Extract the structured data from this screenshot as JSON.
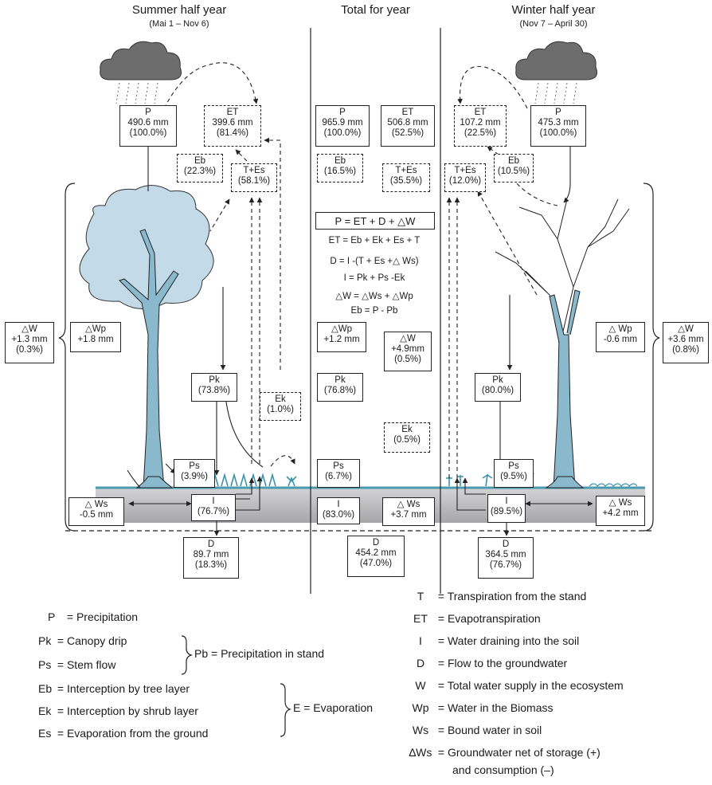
{
  "headers": {
    "summer": {
      "title": "Summer half year",
      "dates": "(Mai 1 – Nov 6)"
    },
    "total": {
      "title": "Total for year",
      "dates": ""
    },
    "winter": {
      "title": "Winter half year",
      "dates": "(Nov 7 – April 30)"
    }
  },
  "summer": {
    "p": [
      "P",
      "490.6 mm",
      "(100.0%)"
    ],
    "et": [
      "ET",
      "399.6 mm",
      "(81.4%)"
    ],
    "eb": [
      "Eb",
      "(22.3%)"
    ],
    "tes": [
      "T+Es",
      "(58.1%)"
    ],
    "dw": [
      "△W",
      "+1.3 mm",
      "(0.3%)"
    ],
    "dwp": [
      "△Wp",
      "+1.8 mm"
    ],
    "pk": [
      "Pk",
      "(73.8%)"
    ],
    "ek": [
      "Ek",
      "(1.0%)"
    ],
    "ps": [
      "Ps",
      "(3.9%)"
    ],
    "dws": [
      "△ Ws",
      "-0.5 mm"
    ],
    "i": [
      "I",
      "(76.7%)"
    ],
    "d": [
      "D",
      "89.7 mm",
      "(18.3%)"
    ]
  },
  "total": {
    "p": [
      "P",
      "965.9 mm",
      "(100.0%)"
    ],
    "et": [
      "ET",
      "506.8 mm",
      "(52.5%)"
    ],
    "eb": [
      "Eb",
      "(16.5%)"
    ],
    "tes": [
      "T+Es",
      "(35.5%)"
    ],
    "equations": [
      "P  =  ET  +  D  +  △W",
      "ET  =  Eb + Ek +  Es + T",
      "D  =  I -(T + Es +△ Ws)",
      "I  =  Pk + Ps -Ek",
      "△W  = △Ws + △Wp",
      "Eb  =  P - Pb"
    ],
    "dwp": [
      "△Wp",
      "+1.2 mm"
    ],
    "dw": [
      "△W",
      "+4.9mm",
      "(0.5%)"
    ],
    "pk": [
      "Pk",
      "(76.8%)"
    ],
    "ek": [
      "Ek",
      "(0.5%)"
    ],
    "ps": [
      "Ps",
      "(6.7%)"
    ],
    "i": [
      "I",
      "(83.0%)"
    ],
    "dws": [
      "△ Ws",
      "+3.7 mm"
    ],
    "d": [
      "D",
      "454.2 mm",
      "(47.0%)"
    ]
  },
  "winter": {
    "et": [
      "ET",
      "107.2 mm",
      "(22.5%)"
    ],
    "p": [
      "P",
      "475.3 mm",
      "(100.0%)"
    ],
    "tes": [
      "T+Es",
      "(12.0%)"
    ],
    "eb": [
      "Eb",
      "(10.5%)"
    ],
    "dwp": [
      "△ Wp",
      "-0.6 mm"
    ],
    "dw": [
      "△W",
      "+3.6 mm",
      "(0.8%)"
    ],
    "pk": [
      "Pk",
      "(80.0%)"
    ],
    "ps": [
      "Ps",
      "(9.5%)"
    ],
    "i": [
      "I",
      "(89.5%)"
    ],
    "dws": [
      "△ Ws",
      "+4.2 mm"
    ],
    "d": [
      "D",
      "364.5 mm",
      "(76.7%)"
    ]
  },
  "legend_left": [
    {
      "key": "P",
      "def": "Precipitation"
    },
    {
      "key": "Pk",
      "def": "Canopy drip"
    },
    {
      "key": "Ps",
      "def": "Stem flow"
    },
    {
      "key": "Eb",
      "def": "Interception by tree layer"
    },
    {
      "key": "Ek",
      "def": "Interception by shrub layer"
    },
    {
      "key": "Es",
      "def": "Evaporation from the ground"
    }
  ],
  "legend_groups": {
    "pb": "Pb = Precipitation in stand",
    "e": "E = Evaporation"
  },
  "legend_right": [
    {
      "key": "T",
      "def": "Transpiration from the stand"
    },
    {
      "key": "ET",
      "def": "Evapotranspiration"
    },
    {
      "key": "I",
      "def": "Water draining into the soil"
    },
    {
      "key": "D",
      "def": "Flow to the groundwater"
    },
    {
      "key": "W",
      "def": "Total water supply in the ecosystem"
    },
    {
      "key": "Wp",
      "def": "Water in the Biomass"
    },
    {
      "key": "Ws",
      "def": "Bound water in soil"
    },
    {
      "key": "∆Ws",
      "def": "Groundwater net of storage (+)"
    },
    {
      "key": "",
      "def": "and consumption (–)"
    }
  ],
  "colors": {
    "ground": "#c9c9cb",
    "ground_line": "#4a9ab0",
    "canopy": "#c3dbe8",
    "trunk": "#8ab8cc",
    "cloud": "#6d6d6d"
  }
}
